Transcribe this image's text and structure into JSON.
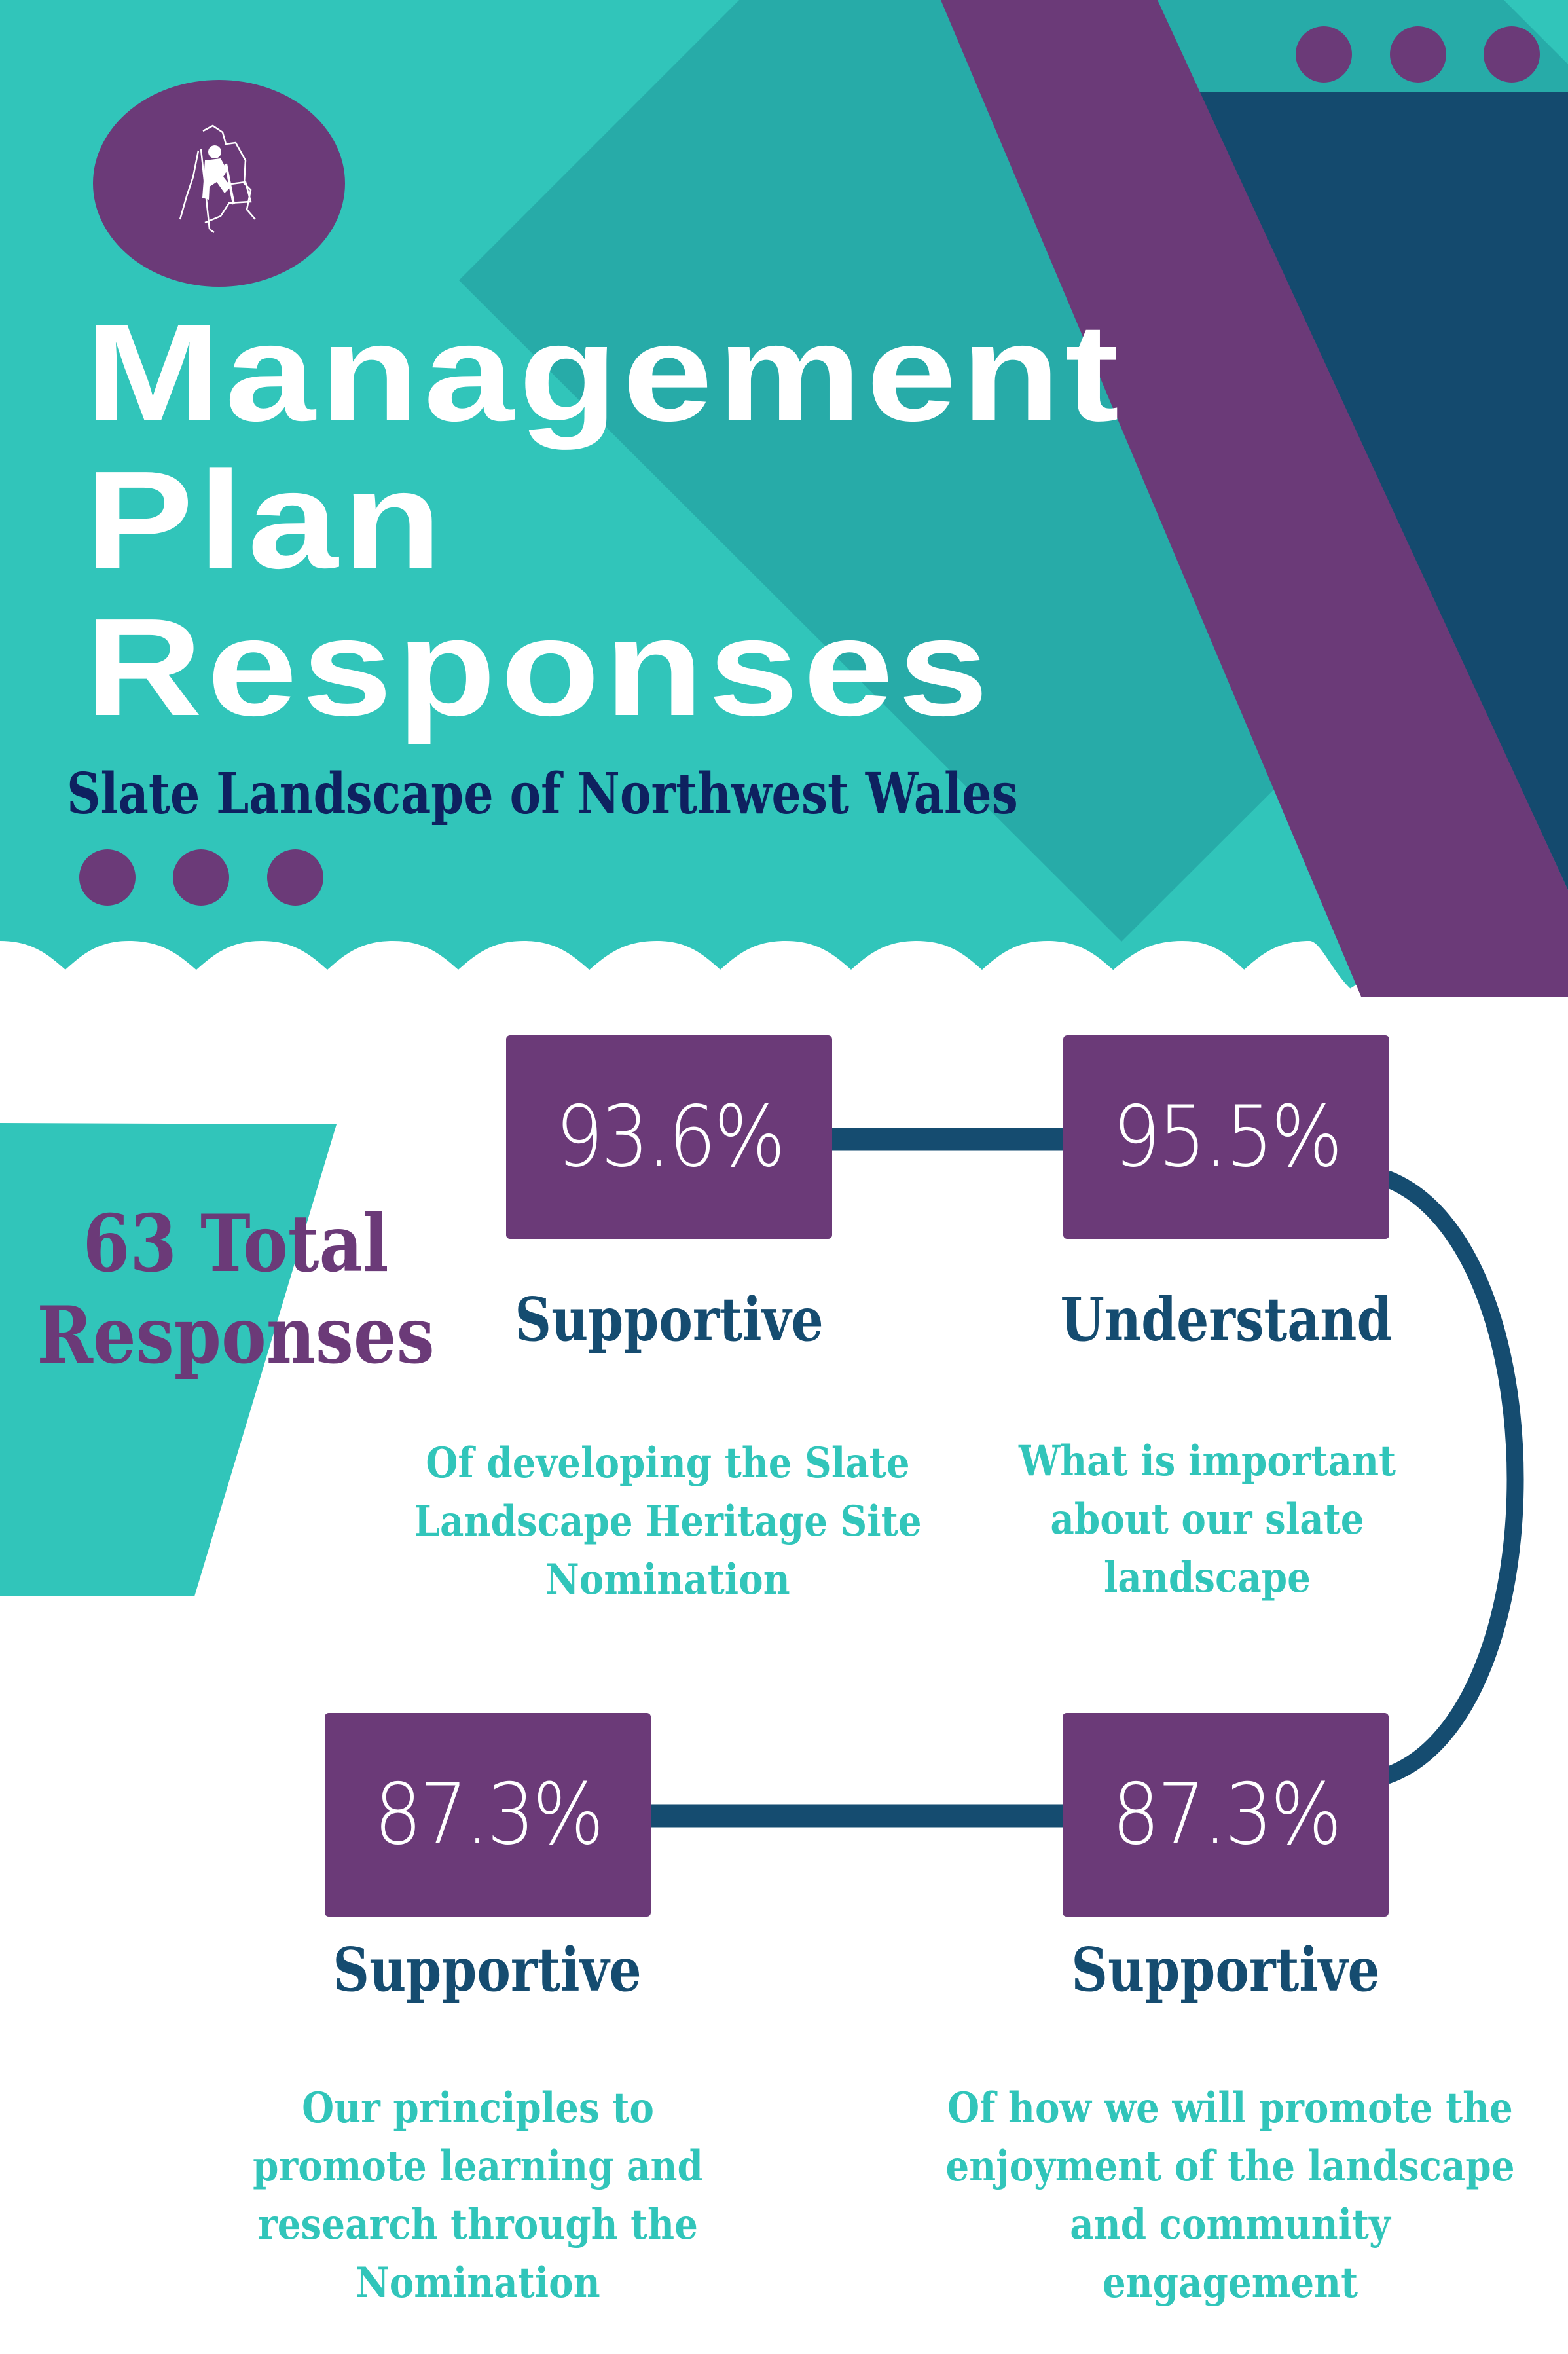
{
  "colors": {
    "teal": "#31c5ba",
    "teal_dark": "#27aba8",
    "purple": "#6b3a78",
    "navy": "#144a6e",
    "connector": "#154c70",
    "subtitle_navy": "#0e2160",
    "white": "#ffffff"
  },
  "header": {
    "logo_icon": "climber-on-rock-icon",
    "title_lines": [
      "Management",
      "Plan",
      "Responses"
    ],
    "subtitle": "Slate Landscape of Northwest Wales",
    "decor_dots_count": 3
  },
  "summary": {
    "total_line1": "63 Total",
    "total_line2": "Responses"
  },
  "stats": [
    {
      "value": "93.6%",
      "label": "Supportive",
      "description": "Of developing the Slate\nLandscape Heritage Site\nNomination"
    },
    {
      "value": "95.5%",
      "label": "Understand",
      "description": "What is important\nabout our slate\nlandscape"
    },
    {
      "value": "87.3%",
      "label": "Supportive",
      "description": "Of how we will promote the\nenjoyment of the landscape\nand community\nengagement"
    },
    {
      "value": "87.3%",
      "label": "Supportive",
      "description": "Our principles to\npromote learning and\nresearch through the\nNomination"
    }
  ]
}
